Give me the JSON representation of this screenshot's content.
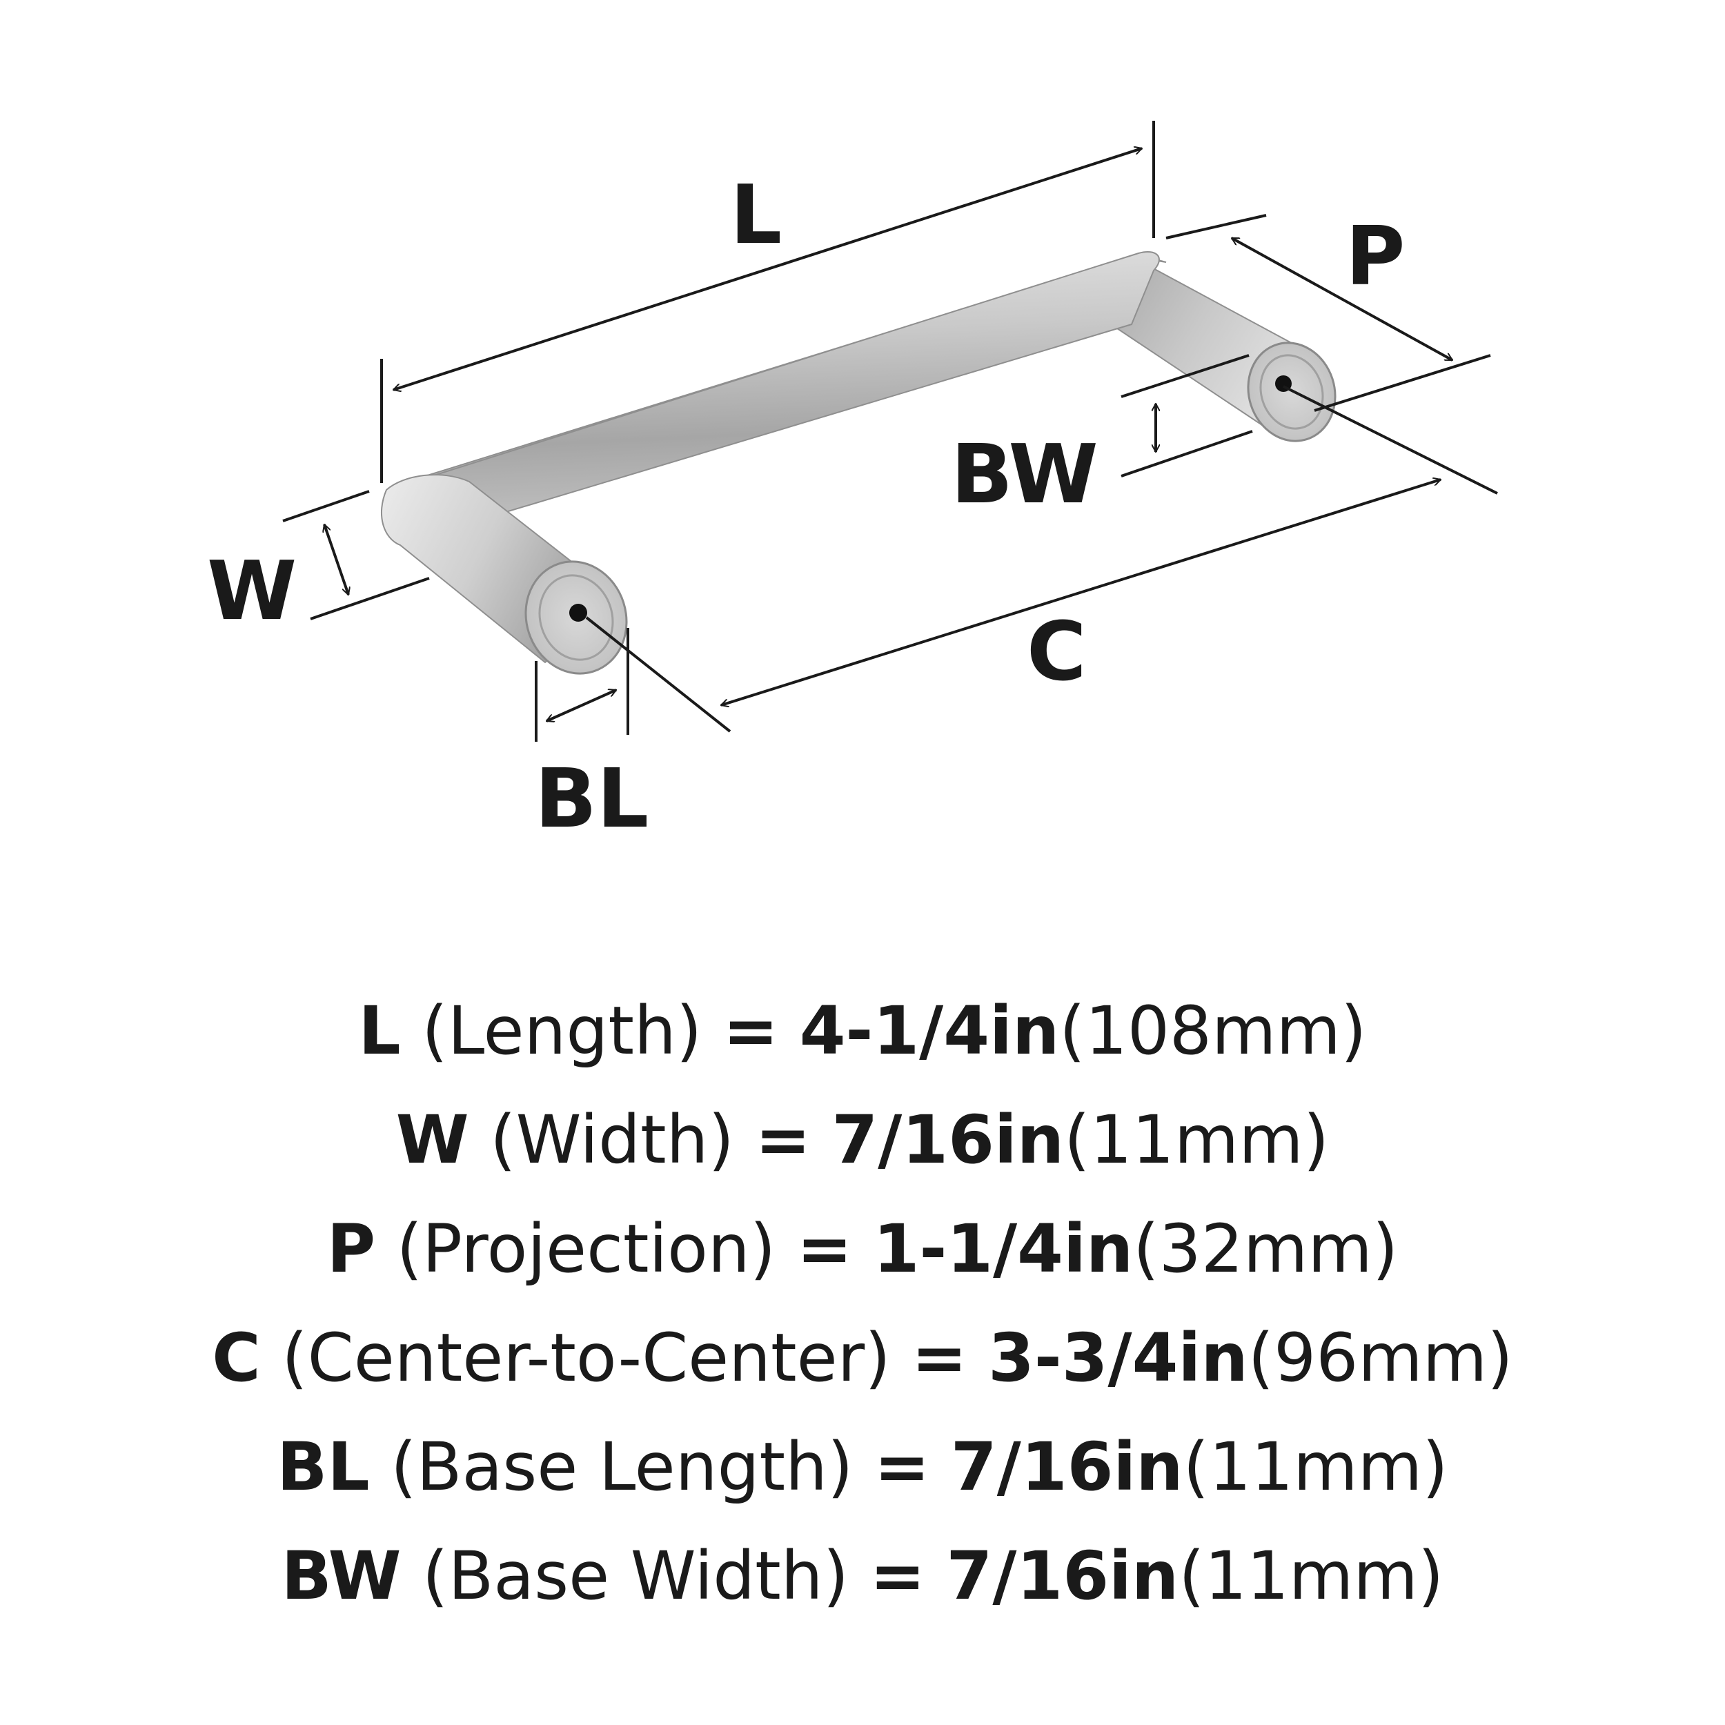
{
  "diagram": {
    "labels": {
      "L": "L",
      "P": "P",
      "W": "W",
      "BW": "BW",
      "C": "C",
      "BL": "BL"
    },
    "colors": {
      "ink": "#1a1a1a",
      "metal_light": "#e6e6e6",
      "metal_mid": "#bfbfbf",
      "metal_dark": "#8c8c8c"
    }
  },
  "specs": [
    {
      "symbol": "L",
      "name": "(Length)",
      "equals": "=",
      "imperial": "4-1/4in",
      "metric": "(108mm)"
    },
    {
      "symbol": "W",
      "name": "(Width)",
      "equals": "=",
      "imperial": "7/16in",
      "metric": "(11mm)"
    },
    {
      "symbol": "P",
      "name": "(Projection)",
      "equals": "=",
      "imperial": "1-1/4in",
      "metric": "(32mm)"
    },
    {
      "symbol": "C",
      "name": "(Center-to-Center)",
      "equals": "=",
      "imperial": "3-3/4in",
      "metric": "(96mm)"
    },
    {
      "symbol": "BL",
      "name": "(Base Length)",
      "equals": "=",
      "imperial": "7/16in",
      "metric": "(11mm)"
    },
    {
      "symbol": "BW",
      "name": "(Base Width)",
      "equals": "=",
      "imperial": "7/16in",
      "metric": "(11mm)"
    }
  ]
}
